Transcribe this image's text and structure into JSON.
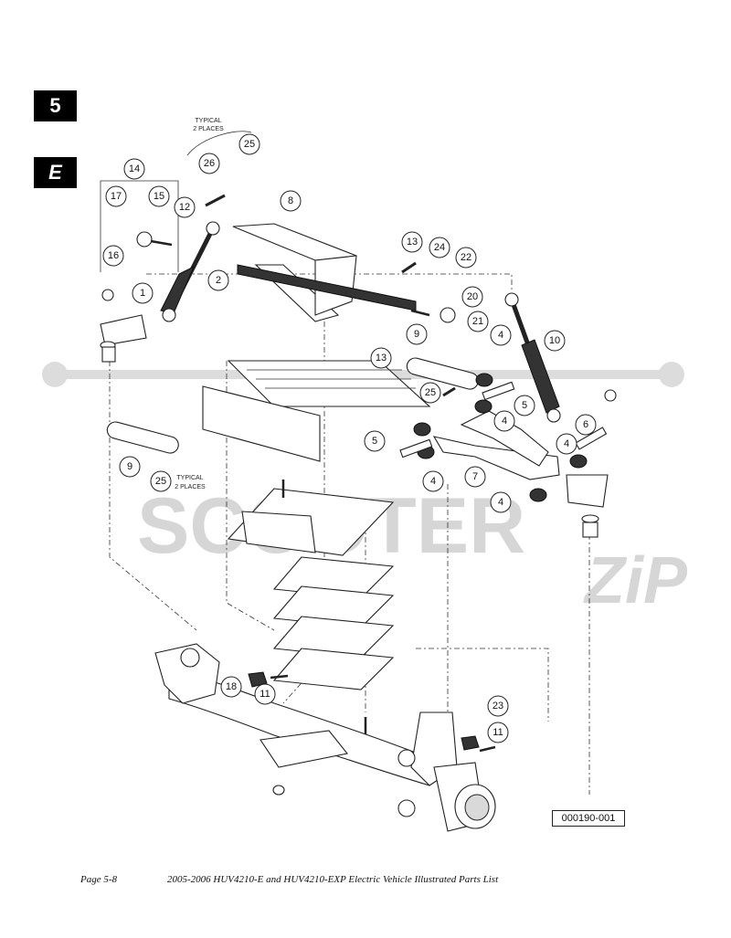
{
  "tabs": {
    "section": "5",
    "letter": "E"
  },
  "notes": {
    "typical_top": [
      "TYPICAL",
      "2 PLACES"
    ],
    "typical_bottom": [
      "TYPICAL",
      "2 PLACES"
    ]
  },
  "watermark": {
    "word": "SCOOTER",
    "script": "ZiP"
  },
  "figure_id": "000190-001",
  "footer": {
    "page": "Page 5-8",
    "title": "2005-2006 HUV4210-E and HUV4210-EXP Electric Vehicle Illustrated Parts List"
  },
  "callouts": [
    "1",
    "2",
    "4",
    "4",
    "4",
    "4",
    "4",
    "5",
    "5",
    "6",
    "7",
    "8",
    "9",
    "9",
    "10",
    "11",
    "11",
    "12",
    "13",
    "13",
    "14",
    "15",
    "16",
    "17",
    "18",
    "20",
    "21",
    "22",
    "23",
    "24",
    "25",
    "25",
    "25",
    "26"
  ]
}
